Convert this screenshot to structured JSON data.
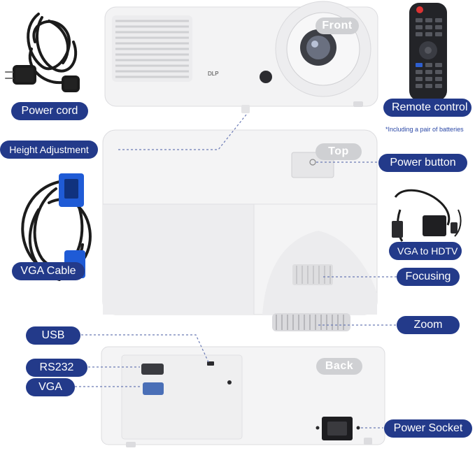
{
  "labels": {
    "front": "Front",
    "top": "Top",
    "back": "Back",
    "power_cord": "Power cord",
    "remote_control": "Remote control",
    "remote_note": "*Including a pair of batteries",
    "height_adjustment": "Height Adjustment",
    "power_button": "Power button",
    "vga_cable": "VGA Cable",
    "vga_to_hdtv": "VGA to HDTV",
    "focusing": "Focusing",
    "zoom": "Zoom",
    "usb": "USB",
    "rs232": "RS232",
    "vga": "VGA",
    "power_socket": "Power Socket"
  },
  "colors": {
    "label_bg": "#233a8a",
    "body_white": "#f4f4f5",
    "shadow_grey": "#d4d5d8"
  }
}
